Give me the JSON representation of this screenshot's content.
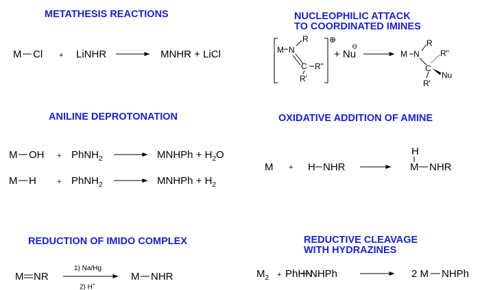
{
  "sections": {
    "metathesis": {
      "title": "METATHESIS REACTIONS",
      "reactant1": "M",
      "reactant1b": "Cl",
      "plus": "+",
      "reactant2": "LiNHR",
      "products": "MNHR + LiCl"
    },
    "nucleophilic": {
      "title_line1": "NUCLEOPHILIC ATTACK",
      "title_line2": "TO COORDINATED IMINES",
      "m": "M",
      "n": "N",
      "r": "R",
      "c": "C",
      "r2": "R\"",
      "r1": "R'",
      "charge_plus": "⊕",
      "plus_nu": "+ Nu",
      "charge_minus": "⊖",
      "prod_m": "M",
      "prod_n": "N",
      "prod_r": "R",
      "prod_r2": "R\"",
      "prod_c": "C",
      "prod_nu": "Nu",
      "prod_r1": "R'"
    },
    "aniline": {
      "title": "ANILINE DEPROTONATION",
      "row1_m": "M",
      "row1_group": "OH",
      "row1_plus": "+",
      "row1_reagent": "PhNH",
      "row1_reagent_sub": "2",
      "row1_product": "MNHPh + H",
      "row1_product_sub": "2",
      "row1_product_tail": "O",
      "row2_m": "M",
      "row2_group": "H",
      "row2_plus": "+",
      "row2_reagent": "PhNH",
      "row2_reagent_sub": "2",
      "row2_product": "MNHPh + H",
      "row2_product_sub": "2"
    },
    "oxidative": {
      "title": "OXIDATIVE ADDITION OF AMINE",
      "m": "M",
      "plus": "+",
      "reagent_h": "H",
      "reagent_nhr": "NHR",
      "prod_h": "H",
      "prod_m": "M",
      "prod_nhr": "NHR"
    },
    "imido": {
      "title": "REDUCTION OF IMIDO COMPLEX",
      "m": "M",
      "nr": "NR",
      "cond1": "1) Na/Hg",
      "cond2": "2) H",
      "cond2_sup": "+",
      "prod_m": "M",
      "prod_nhr": "NHR"
    },
    "hydrazine": {
      "title_line1": "REDUCTIVE CLEAVAGE",
      "title_line2": "WITH HYDRAZINES",
      "m2": "M",
      "m2_sub": "2",
      "plus": "+",
      "reagent_a": "PhHN",
      "reagent_b": "NHPh",
      "prod_coef": "2 M",
      "prod_tail": "NHPh"
    }
  },
  "colors": {
    "heading": "#1a23c8",
    "text": "#000000"
  }
}
